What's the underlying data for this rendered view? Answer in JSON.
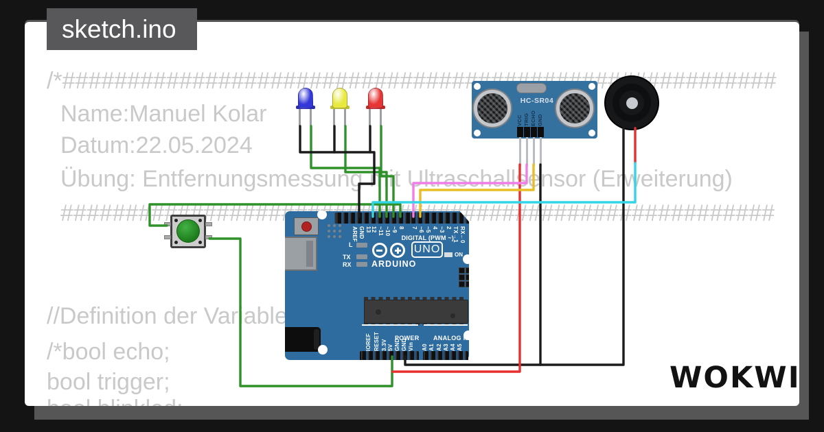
{
  "window": {
    "tab_title": "sketch.ino"
  },
  "code": {
    "lines": [
      "/*#######################################################",
      "Name:Manuel Kolar",
      "Datum:22.05.2024",
      "Übung: Entfernungsmessung mit Ultraschallsensor (Erweiterung)",
      "#######################################################",
      "//Definition der Variablen",
      "/*bool echo;",
      "bool trigger;",
      "bool blinkled;"
    ]
  },
  "components": {
    "leds": [
      {
        "name": "blue-led",
        "hex": "#3538d8"
      },
      {
        "name": "yellow-led",
        "hex": "#e9e93f"
      },
      {
        "name": "red-led",
        "hex": "#e53535"
      }
    ],
    "hcsr04": {
      "title": "HC-SR04",
      "pins": [
        "VCC",
        "TRIG",
        "ECHO",
        "GND"
      ]
    },
    "buzzer": {
      "name": "piezo-buzzer"
    },
    "pushbutton": {
      "name": "green-pushbutton"
    },
    "arduino": {
      "brand": "ARDUINO",
      "model": "UNO",
      "on_label": "ON",
      "digital_label": "DIGITAL (PWM ~)",
      "power_label": "POWER",
      "analog_label": "ANALOG IN",
      "led_l": "L",
      "led_tx": "TX",
      "led_rx": "RX",
      "top_labels": [
        "AREF",
        "GND",
        "13",
        "12",
        "~11",
        "~10",
        "~9",
        "8",
        "7",
        "~6",
        "~5",
        "4",
        "~3",
        "2",
        "TX→1",
        "RX←0"
      ],
      "bottom_labels": [
        "IOREF",
        "RESET",
        "3.3V",
        "5V",
        "GND",
        "GND",
        "Vin",
        "A0",
        "A1",
        "A2",
        "A3",
        "A4",
        "A5"
      ]
    }
  },
  "logo": {
    "text": "WOKWI"
  },
  "colors": {
    "tab_gray": "#58585a",
    "shadow_gray": "#565656",
    "code_text": "#c9c9c9",
    "arduino_board_blue": "#2e6b9e",
    "sensor_board_blue": "#35719f",
    "button_green": "#2e9e2e",
    "wire_green": "#2f9129",
    "wire_black": "#1b1b1b",
    "wire_red": "#e82e2e",
    "wire_gold": "#e8bd27",
    "wire_pink": "#ef7fe7",
    "wire_cyan": "#32d5e5"
  }
}
